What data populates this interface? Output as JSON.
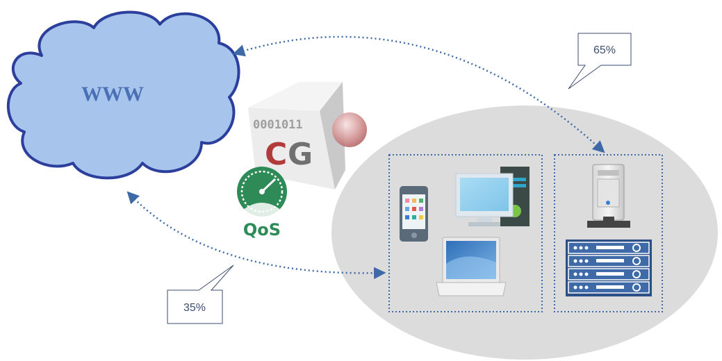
{
  "cloud": {
    "label": "WWW"
  },
  "cube": {
    "binary": "0001011",
    "logo_c": "C",
    "logo_g": "G"
  },
  "qos": {
    "label": "QoS"
  },
  "callouts": {
    "server_share": "65%",
    "client_share": "35%"
  },
  "colors": {
    "cloud_fill": "#a7c4ec",
    "cloud_stroke": "#2c3f9c",
    "ellipse_fill": "#dcdcdc",
    "link_line": "#3d6aa6",
    "qos_green": "#2e8b57",
    "cg_red": "#b23a3a",
    "cg_gray": "#707070"
  },
  "icons": [
    "cloud-icon",
    "smartphone-icon",
    "desktop-computer-icon",
    "laptop-icon",
    "tower-server-icon",
    "rack-server-icon",
    "qos-gauge-icon",
    "cg-cube-icon"
  ]
}
